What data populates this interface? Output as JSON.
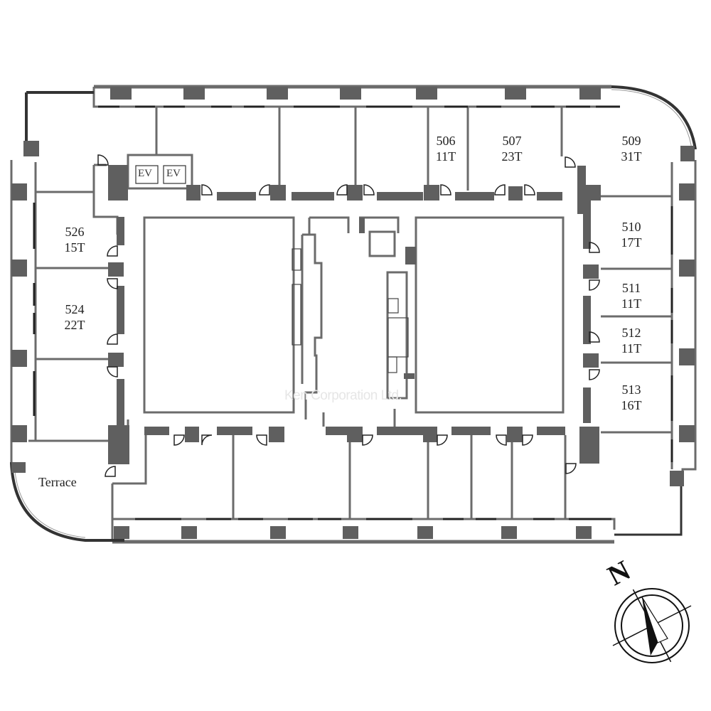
{
  "floor_plan": {
    "colors": {
      "wall": "#666666",
      "column": "#5f5f5f",
      "line": "#6b6b6b",
      "window": "#222222",
      "background": "#ffffff",
      "text": "#222222"
    },
    "rooms": [
      {
        "id": "506",
        "number": "506",
        "size": "11T"
      },
      {
        "id": "507",
        "number": "507",
        "size": "23T"
      },
      {
        "id": "509",
        "number": "509",
        "size": "31T"
      },
      {
        "id": "510",
        "number": "510",
        "size": "17T"
      },
      {
        "id": "511",
        "number": "511",
        "size": "11T"
      },
      {
        "id": "512",
        "number": "512",
        "size": "11T"
      },
      {
        "id": "513",
        "number": "513",
        "size": "16T"
      },
      {
        "id": "524",
        "number": "524",
        "size": "22T"
      },
      {
        "id": "526",
        "number": "526",
        "size": "15T"
      }
    ],
    "terrace": {
      "label": "Terrace"
    },
    "elevators": [
      {
        "label": "EV"
      },
      {
        "label": "EV"
      }
    ],
    "watermark": "Ken Corporation Ltd.",
    "compass": {
      "label": "N",
      "icon": "north-arrow-icon"
    }
  }
}
